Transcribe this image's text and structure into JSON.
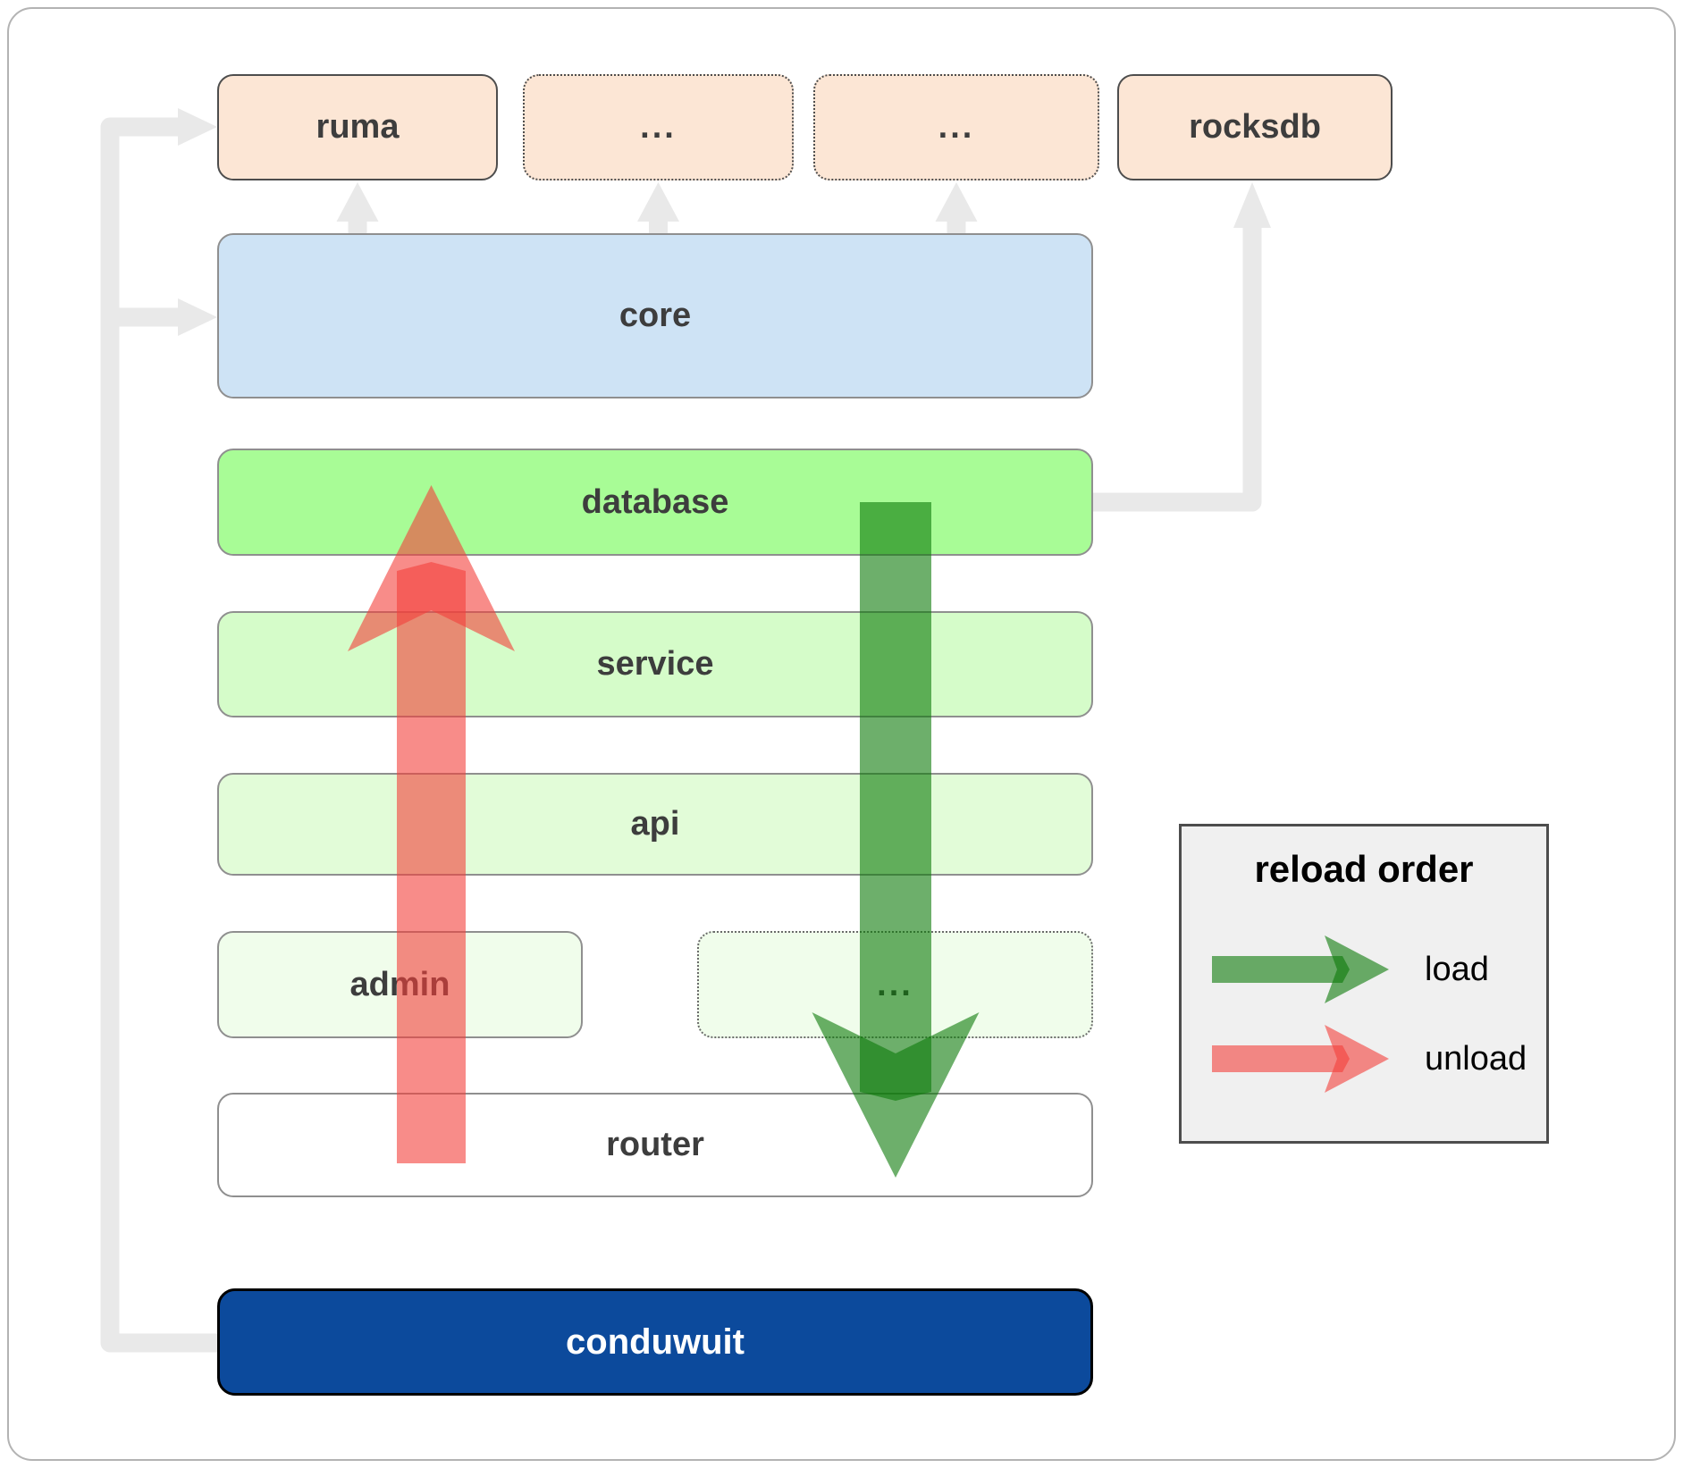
{
  "diagram": {
    "boxes": {
      "ruma": {
        "label": "ruma"
      },
      "top_dots_1": {
        "label": "..."
      },
      "top_dots_2": {
        "label": "..."
      },
      "rocksdb": {
        "label": "rocksdb"
      },
      "core": {
        "label": "core"
      },
      "database": {
        "label": "database"
      },
      "service": {
        "label": "service"
      },
      "api": {
        "label": "api"
      },
      "admin": {
        "label": "admin"
      },
      "admin_dots": {
        "label": "..."
      },
      "router": {
        "label": "router"
      },
      "conduwuit": {
        "label": "conduwuit"
      }
    },
    "legend": {
      "title": "reload order",
      "items": [
        {
          "id": "load",
          "label": "load"
        },
        {
          "id": "unload",
          "label": "unload"
        }
      ]
    },
    "colors": {
      "load_arrow": "rgba(12,122,8,0.6)",
      "unload_arrow": "rgba(243,63,58,0.6)",
      "connector_gray": "#e9e9e9",
      "box_peach": "#fce6d5",
      "box_blue": "#cee3f5",
      "box_green_bright": "#a8fc96",
      "box_green_light": "#d5fcc9",
      "box_green_lighter": "#e2fcd8",
      "box_green_faint": "#f0fdeb",
      "box_white": "#ffffff",
      "conduwuit_blue": "#0c4a9c",
      "legend_bg": "#f0f0f0",
      "label_text": "#3d3d3d"
    }
  }
}
